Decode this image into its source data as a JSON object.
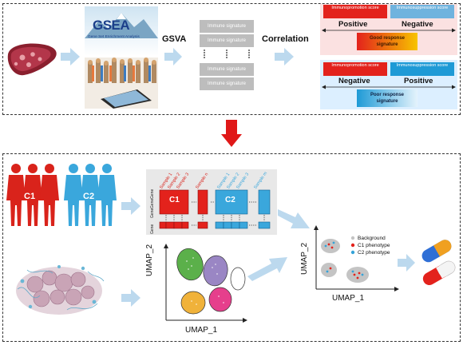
{
  "top": {
    "gsea_logo": "GSEA",
    "gsea_subtitle": "Gene Set Enrichment Analysis",
    "gsva_label": "GSVA",
    "signatures": [
      "Immune signature",
      "Immune signature",
      "Immune signature",
      "Immune signature"
    ],
    "correlation_label": "Correlation",
    "good": {
      "left_title": "Immunopromotion score",
      "right_title": "Immunosuppression score",
      "left_value": "Positive",
      "right_value": "Negative",
      "result": "Good response signature"
    },
    "poor": {
      "left_title": "Immunopromotion score",
      "right_title": "Immunosuppression score",
      "left_value": "Negative",
      "right_value": "Positive",
      "result": "Poor response signature"
    }
  },
  "bottom": {
    "c1_label": "C1",
    "c2_label": "C2",
    "heatmap": {
      "samples_c1": [
        "Sample 1",
        "Sample 2",
        "Sample 3",
        "Sample n"
      ],
      "samples_c2": [
        "Sample 1",
        "Sample 2",
        "Sample 3",
        "Sample m"
      ],
      "genes": [
        "Gene",
        "Gene",
        "Gene",
        "Gene"
      ],
      "c1_tag": "C1",
      "c2_tag": "C2"
    },
    "umap_left": {
      "xlabel": "UMAP_1",
      "ylabel": "UMAP_2"
    },
    "umap_right": {
      "xlabel": "UMAP_1",
      "ylabel": "UMAP_2",
      "legend": [
        "Background",
        "C1 phenotype",
        "C2 phenotype"
      ]
    }
  },
  "colors": {
    "red": "#e3221c",
    "blue": "#35a3d8",
    "arrow": "#bcd9ee",
    "down_arrow": "#e01818",
    "good_bg": "#fbe1e1",
    "poor_bg": "#dcefff",
    "gray_sig": "#bdbdbd"
  }
}
